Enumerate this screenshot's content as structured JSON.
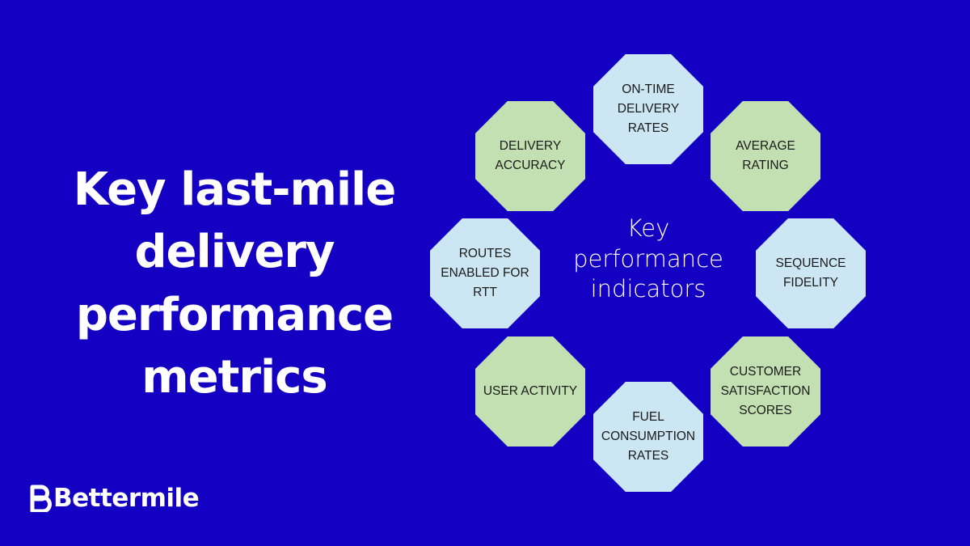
{
  "theme": {
    "background": "#1400c2",
    "text": "#ffffff",
    "node_blue": "#cce6f4",
    "node_green": "#c3e0b2"
  },
  "headline": {
    "lines": [
      "Key last-mile",
      "delivery",
      "performance",
      "metrics"
    ]
  },
  "diagram": {
    "center_label": "Key\nperformance\nindicators",
    "nodes": [
      {
        "label": "ON-TIME\nDELIVERY\nRATES",
        "color": "blue"
      },
      {
        "label": "AVERAGE\nRATING",
        "color": "green"
      },
      {
        "label": "SEQUENCE\nFIDELITY",
        "color": "blue"
      },
      {
        "label": "CUSTOMER\nSATISFACTION\nSCORES",
        "color": "green"
      },
      {
        "label": "FUEL\nCONSUMPTION\nRATES",
        "color": "blue"
      },
      {
        "label": "USER ACTIVITY",
        "color": "green"
      },
      {
        "label": "ROUTES\nENABLED FOR\nRTT",
        "color": "blue"
      },
      {
        "label": "DELIVERY\nACCURACY",
        "color": "green"
      }
    ]
  },
  "brand": {
    "name": "Bettermile",
    "logo_icon": "bettermile-b-logo-icon"
  }
}
